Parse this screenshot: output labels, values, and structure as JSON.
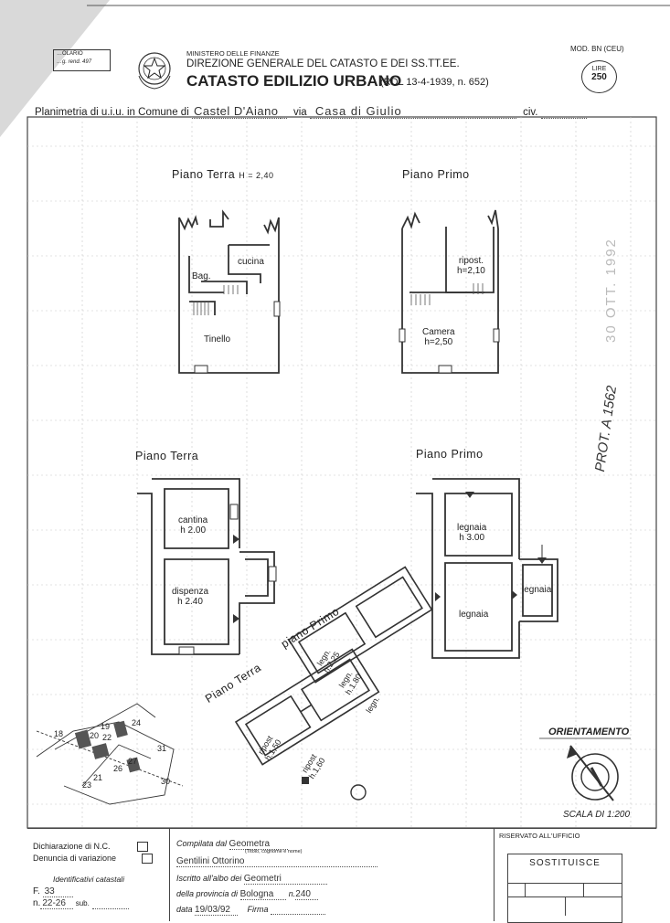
{
  "header": {
    "stamp_line1": "…OLARIO",
    "stamp_line2": "…g. rend. 497",
    "ministry": "MINISTERO DELLE FINANZE",
    "directorate": "DIREZIONE GENERALE DEL CATASTO E DEI SS.TT.EE.",
    "title": "CATASTO EDILIZIO URBANO",
    "law": "(RDL 13-4-1939, n. 652)",
    "model": "MOD. BN (CEU)",
    "lire_label": "LIRE",
    "lire_value": "250"
  },
  "planimetria": {
    "label_prefix": "Planimetria di u.i.u. in Comune di",
    "comune": "Castel D'Aiano",
    "via_label": "via",
    "via": "Casa di Giulio",
    "civ_label": "civ."
  },
  "plans": {
    "top_left_title": "Piano Terra",
    "top_left_height": "H = 2,40",
    "top_right_title": "Piano Primo",
    "mid_left_title": "Piano Terra",
    "mid_right_title": "Piano Primo",
    "rot_terra": "Piano Terra",
    "rot_primo": "piano Primo"
  },
  "rooms": {
    "cucina": "cucina",
    "bag": "Bag.",
    "tinello": "Tinello",
    "ripost_top": "ripost.",
    "ripost_top_h": "h=2,10",
    "camera": "Camera",
    "camera_h": "h=2,50",
    "cantina": "cantina",
    "cantina_h": "h 2.00",
    "dispenza": "dispenza",
    "dispenza_h": "h 2.40",
    "legnaia1": "legnaia",
    "legnaia1_h": "h 3.00",
    "legnaia2": "legnaia",
    "legnaia3": "legnaia",
    "ripost_a": "ripost",
    "ripost_a_h": "h.1,50",
    "ripost_b": "ripost",
    "ripost_b_h": "h.1,60",
    "legn_a": "legn.",
    "legn_a_h": "h.2.25",
    "legn_b": "legn.",
    "legn_c": "legn.",
    "legn_c_h": "h.1.80"
  },
  "side_stamp": {
    "prot": "PROT. A 1562",
    "date": "30 OTT. 1992"
  },
  "orientation": {
    "label": "ORIENTAMENTO",
    "scale": "SCALA DI 1:200"
  },
  "map_numbers": [
    "18",
    "20",
    "19",
    "22",
    "24",
    "31",
    "26",
    "27",
    "30",
    "23",
    "21"
  ],
  "footer": {
    "dichiarazione": "Dichiarazione di N.C.",
    "denuncia": "Denuncia di variazione",
    "identificativi": "Identificativi catastali",
    "foglio_label": "F.",
    "foglio": "33",
    "numero_label": "n.",
    "numero": "22-26",
    "sub_label": "sub.",
    "compilata_label": "Compilata dal",
    "compilata_value": "Geometra",
    "compilata_hint": "(Titolo, cognome e nome)",
    "compilata_name": "Gentilini Ottorino",
    "iscritto_label": "Iscritto all'albo dei",
    "iscritto_value": "Geometri",
    "provincia_label": "della provincia di",
    "provincia_value": "Bologna",
    "n_label": "n.",
    "n_value": "240",
    "data_label": "data",
    "data_value": "19/03/92",
    "firma_label": "Firma",
    "riservato": "RISERVATO ALL'UFFICIO",
    "sostituisce": "SOSTITUISCE"
  }
}
